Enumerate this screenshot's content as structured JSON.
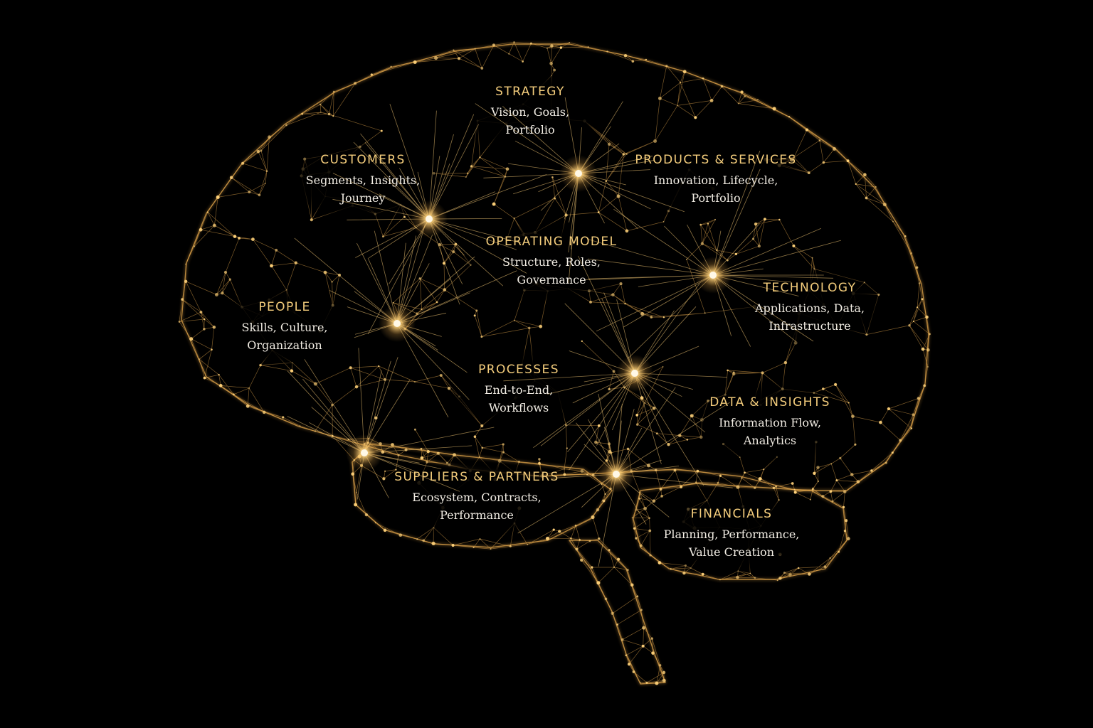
{
  "theme": {
    "background": "#000000",
    "network": "#e0a44a",
    "glow": "#ffd27a",
    "title": "#f4cd7c",
    "text": "#f2ede4"
  },
  "regions": [
    {
      "id": "strategy",
      "title": "STRATEGY",
      "lines": [
        "Vision, Goals,",
        "Portfolio"
      ]
    },
    {
      "id": "customers",
      "title": "CUSTOMERS",
      "lines": [
        "Segments, Insights,",
        "Journey"
      ]
    },
    {
      "id": "products-services",
      "title": "PRODUCTS & SERVICES",
      "lines": [
        "Innovation, Lifecycle,",
        "Portfolio"
      ]
    },
    {
      "id": "operating-model",
      "title": "OPERATING MODEL",
      "lines": [
        "Structure, Roles,",
        "Governance"
      ]
    },
    {
      "id": "people",
      "title": "PEOPLE",
      "lines": [
        "Skills, Culture,",
        "Organization"
      ]
    },
    {
      "id": "technology",
      "title": "TECHNOLOGY",
      "lines": [
        "Applications, Data,",
        "Infrastructure"
      ]
    },
    {
      "id": "processes",
      "title": "PROCESSES",
      "lines": [
        "End-to-End,",
        "Workflows"
      ]
    },
    {
      "id": "data-insights",
      "title": "DATA & INSIGHTS",
      "lines": [
        "Information Flow,",
        "Analytics"
      ]
    },
    {
      "id": "suppliers-partners",
      "title": "SUPPLIERS & PARTNERS",
      "lines": [
        "Ecosystem, Contracts,",
        "Performance"
      ]
    },
    {
      "id": "financials",
      "title": "FINANCIALS",
      "lines": [
        "Planning, Performance,",
        "Value Creation"
      ]
    }
  ]
}
